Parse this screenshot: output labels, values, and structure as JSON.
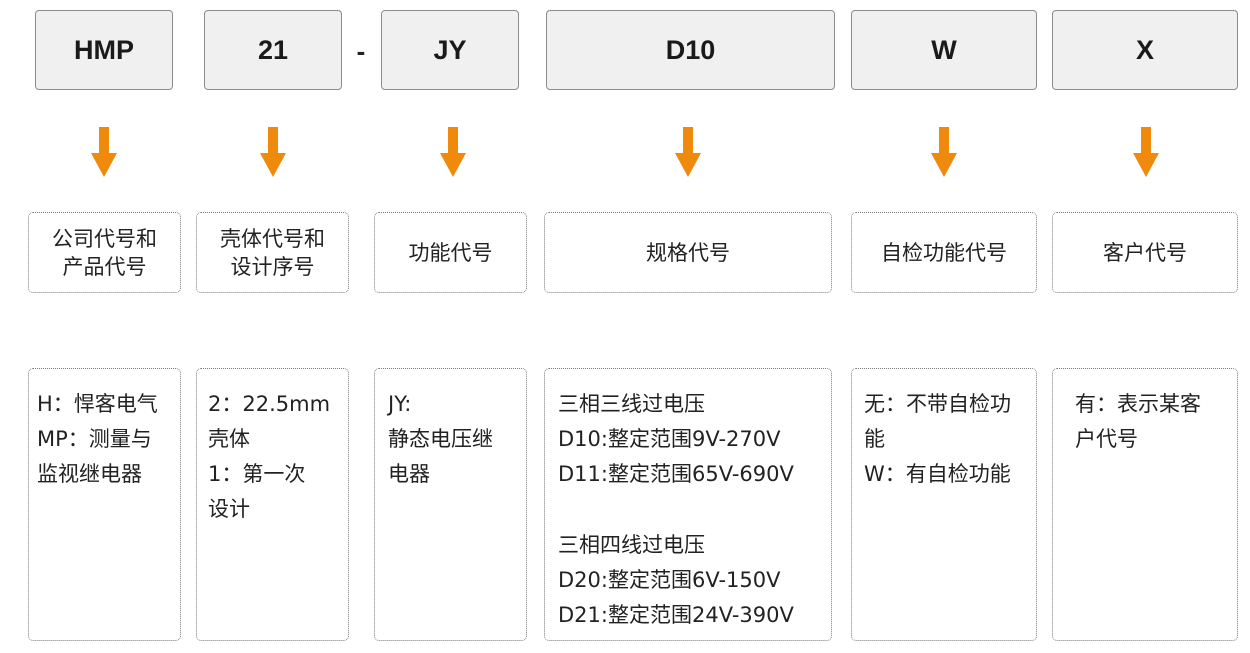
{
  "colors": {
    "arrow": "#f08a0c",
    "code_box_fill": "#f0f0f0",
    "border": "#8c8c8c"
  },
  "codes": [
    "HMP",
    "21",
    "JY",
    "D10",
    "W",
    "X"
  ],
  "separator": "-",
  "labels": [
    [
      "公司代号和",
      "产品代号"
    ],
    [
      "壳体代号和",
      "设计序号"
    ],
    [
      "功能代号"
    ],
    [
      "规格代号"
    ],
    [
      "自检功能代号"
    ],
    [
      "客户代号"
    ]
  ],
  "descriptions": {
    "d0": [
      "H：悍客电气",
      "MP：测量与",
      "监视继电器"
    ],
    "d1": [
      "2：22.5mm",
      "壳体",
      "1：第一次",
      "设计"
    ],
    "d2": [
      "JY:",
      "静态电压继",
      "电器"
    ],
    "d3a": [
      "三相三线过电压",
      "D10:整定范围9V-270V",
      "D11:整定范围65V-690V"
    ],
    "d3b": [
      "三相四线过电压",
      "D20:整定范围6V-150V",
      "D21:整定范围24V-390V"
    ],
    "d4": [
      "无：不带自检功",
      "能",
      "W：有自检功能"
    ],
    "d5": [
      "有：表示某客",
      "户代号"
    ]
  }
}
